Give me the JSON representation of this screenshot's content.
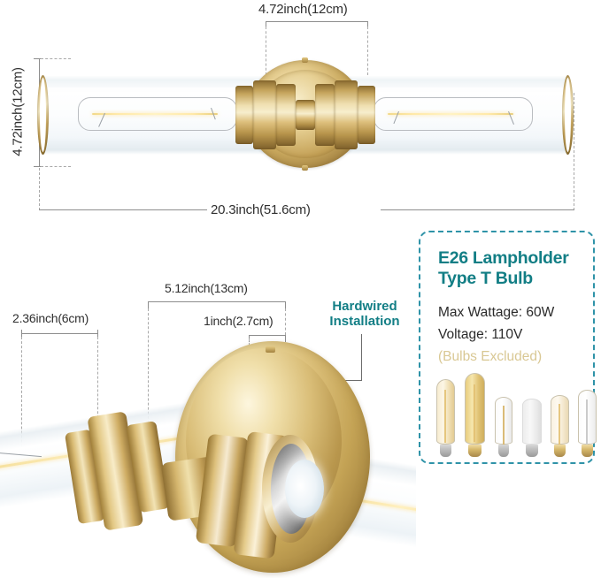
{
  "image": {
    "kind": "product-dimension-infographic",
    "product": "brass two-light linear vanity wall sconce with clear cylindrical glass shades"
  },
  "top_diagram": {
    "name": "full-fixture-front-view",
    "dimensions": {
      "canopy_width": "4.72inch(12cm)",
      "canopy_height": "4.72inch(12cm)",
      "overall_length": "20.3inch(51.6cm)"
    }
  },
  "bottom_diagram": {
    "name": "fixture-closeup-detail-view",
    "dimensions": {
      "glass_diameter": "2.36inch(6cm)",
      "backplate_diameter": "5.12inch(13cm)",
      "backplate_depth": "1inch(2.7cm)"
    },
    "callout": {
      "line1": "Hardwired",
      "line2": "Installation"
    }
  },
  "spec_card": {
    "title_line1": "E26 Lampholder",
    "title_line2": "Type T Bulb",
    "max_wattage": "Max Wattage: 60W",
    "voltage": "Voltage: 110V",
    "note": "(Bulbs Excluded)",
    "bulb_samples": [
      {
        "name": "tube-bulb-amber-tall",
        "tint": "amber"
      },
      {
        "name": "tube-bulb-gold-tallest",
        "tint": "gold"
      },
      {
        "name": "tube-bulb-clear-short",
        "tint": "clear"
      },
      {
        "name": "tube-bulb-frosted",
        "tint": "frosted"
      },
      {
        "name": "tube-bulb-amber-short",
        "tint": "amber-light"
      },
      {
        "name": "tube-bulb-clear-medium",
        "tint": "clear"
      }
    ]
  },
  "colors": {
    "teal_heading": "#127e85",
    "card_border": "#2f93a8",
    "note_tan": "#d9c894",
    "dimension_text": "#2f2f2f",
    "guide_line": "#a8a8a8",
    "brass": "#c8a75f",
    "marker_dot": "#b98ed8"
  }
}
